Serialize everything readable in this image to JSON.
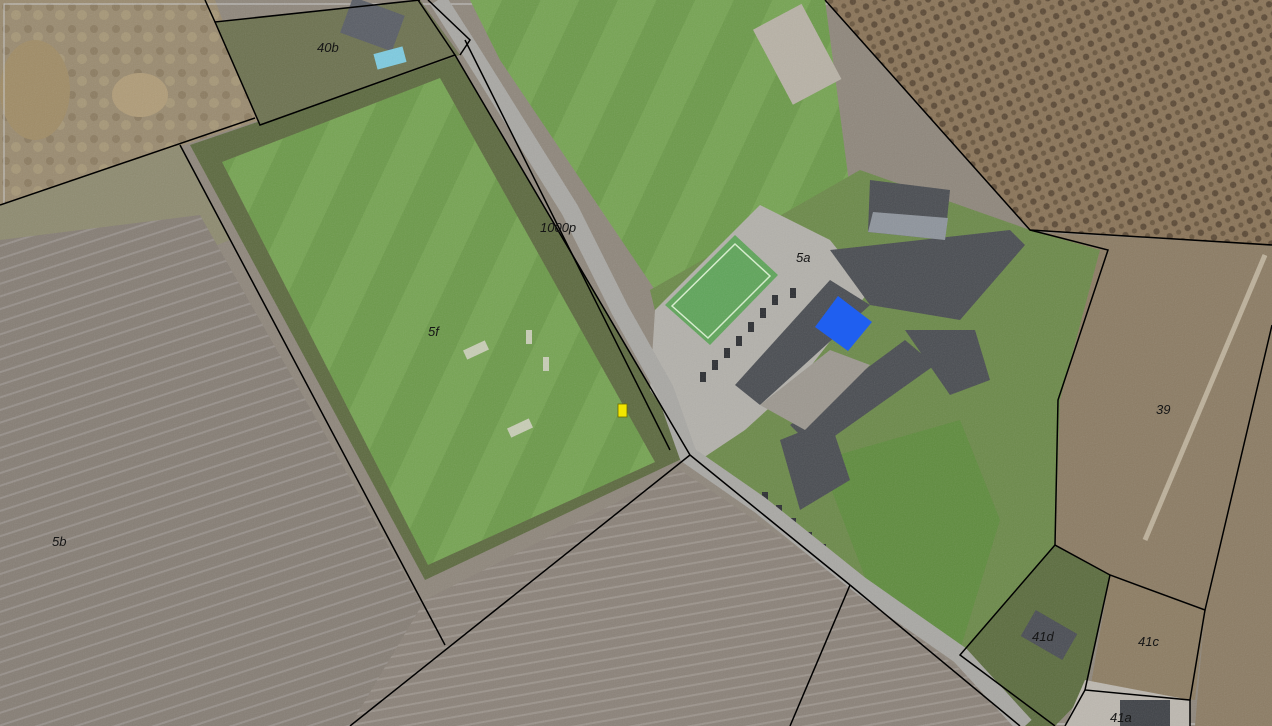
{
  "map": {
    "parcels": [
      {
        "id": "40b"
      },
      {
        "id": "5f"
      },
      {
        "id": "5b"
      },
      {
        "id": "1000p"
      },
      {
        "id": "5a"
      },
      {
        "id": "39"
      },
      {
        "id": "41d"
      },
      {
        "id": "41c"
      },
      {
        "id": "41a"
      }
    ],
    "colors": {
      "boundary": "#000000",
      "highlight_building": "#1f5ff0",
      "marker": "#f2e600",
      "sports_field": "#6d9a4c",
      "arable_field": "#8d8478",
      "forest": "#7b6a55",
      "building_roof": "#4a4d52",
      "road": "#a9a8a4"
    }
  }
}
